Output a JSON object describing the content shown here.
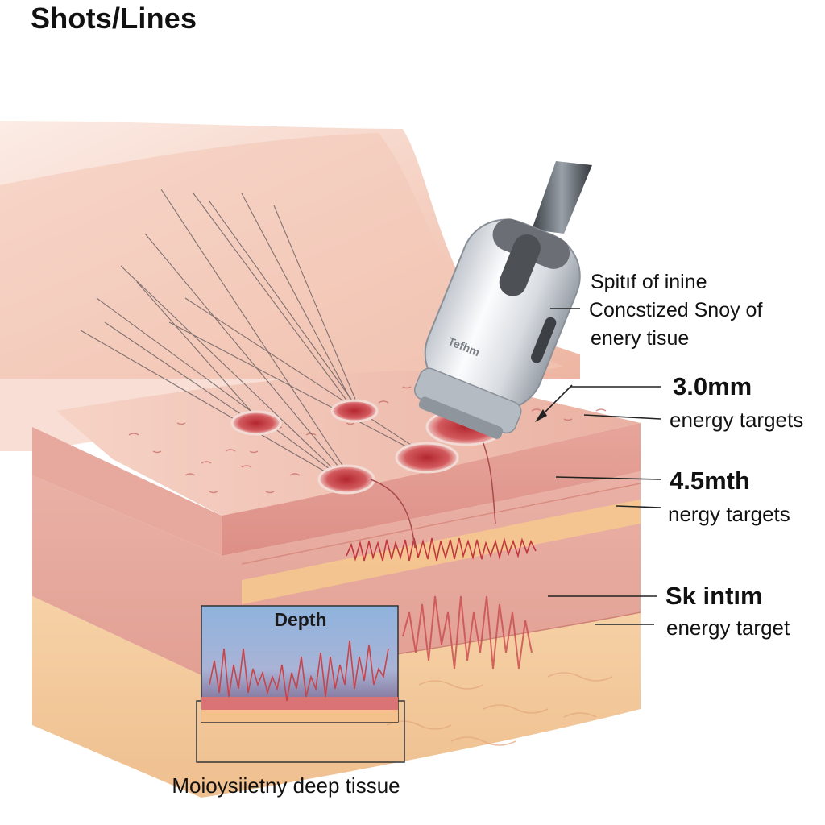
{
  "title": "Shots/Lines",
  "header_label": {
    "lines": [
      "Spitıf of inine",
      "Concstized Snoy of",
      "enery tisue"
    ]
  },
  "device_label": "Tefhm",
  "layer_labels": [
    {
      "value": "3.0mm",
      "description": "energy targets"
    },
    {
      "value": "4.5mth",
      "description": "nergy targets"
    },
    {
      "value": "Sk intım",
      "description": "energy target"
    }
  ],
  "depth_box": {
    "title": "Depth"
  },
  "caption": "Moioysiietny deep tissue",
  "colors": {
    "skin_light": "#f7d6c8",
    "skin_mid": "#eba896",
    "dermis": "#d88a80",
    "fat": "#f4c999",
    "energy_red": "#c3343c",
    "device_silver": "#d9dde2"
  }
}
